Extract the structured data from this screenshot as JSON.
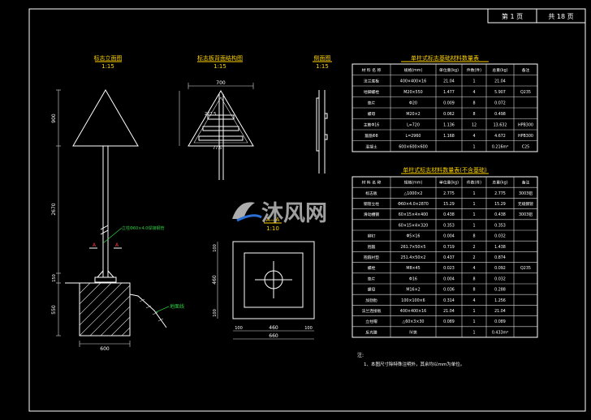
{
  "title_block": {
    "page": "第 1 页",
    "total": "共 18 页"
  },
  "views": {
    "front": {
      "title": "标志立面图",
      "scale": "1:15"
    },
    "panel": {
      "title": "标志板背面结构图",
      "scale": "1:15"
    },
    "side": {
      "title": "侧面图",
      "scale": "1:15"
    },
    "base": {
      "title": "A—A",
      "scale": "1:10"
    }
  },
  "dims": {
    "front_h1": "900",
    "front_h2": "2670",
    "front_h3": "150",
    "front_h4": "550",
    "front_w": "600",
    "panel_w": "700",
    "base_v1": "100",
    "base_v2": "460",
    "base_v3": "100",
    "base_h1": "100",
    "base_h2": "460",
    "base_h3": "100",
    "base_total": "660",
    "front_label": "立柱Φ60×4.0焊接钢管",
    "ground": "地面线",
    "section_mark": "A",
    "panel_labels": [
      "227.5",
      "77.5"
    ]
  },
  "table1": {
    "title": "单柱式标志基础材料数量表",
    "headers": [
      "材 料 名 称",
      "规格(mm)",
      "单位重(kg)",
      "件数(件)",
      "总重(kg)",
      "备注"
    ],
    "rows": [
      [
        "法兰底板",
        "400×400×16",
        "21.04",
        "1",
        "21.04",
        ""
      ],
      [
        "地脚螺栓",
        "M20×550",
        "1.477",
        "4",
        "5.907",
        "Q235"
      ],
      [
        "垫片",
        "Φ20",
        "0.009",
        "8",
        "0.072",
        ""
      ],
      [
        "螺母",
        "M20×2",
        "0.062",
        "8",
        "0.498",
        ""
      ],
      [
        "主筋Φ16",
        "L=720",
        "1.136",
        "12",
        "13.632",
        "HPB300"
      ],
      [
        "箍筋Φ8",
        "L=2960",
        "1.168",
        "4",
        "4.672",
        "HPB300"
      ],
      [
        "混凝土",
        "600×600×600",
        "",
        "1",
        "0.216m³",
        "C25"
      ]
    ]
  },
  "table2": {
    "title": "单柱式标志材料数量表(不含基础)",
    "headers": [
      "材 料 名 称",
      "规格(mm)",
      "单位重(kg)",
      "件数(件)",
      "总重(kg)",
      "备注"
    ],
    "rows": [
      [
        "标志板",
        "△1000×2",
        "2.775",
        "1",
        "2.775",
        "3003铝"
      ],
      [
        "钢管立柱",
        "Φ60×4.0×2870",
        "15.29",
        "1",
        "15.29",
        "无缝钢管"
      ],
      [
        "滑动槽钢",
        "60×15×4×400",
        "0.438",
        "1",
        "0.438",
        "3003铝"
      ],
      [
        "",
        "60×15×4×320",
        "0.353",
        "1",
        "0.353",
        ""
      ],
      [
        "铆钉",
        "Φ5×16",
        "0.004",
        "8",
        "0.032",
        ""
      ],
      [
        "抱箍",
        "261.7×50×5",
        "0.719",
        "2",
        "1.438",
        ""
      ],
      [
        "抱箍衬垫",
        "251.4×50×2",
        "0.437",
        "2",
        "0.874",
        ""
      ],
      [
        "螺栓",
        "M8×45",
        "0.023",
        "4",
        "0.092",
        "Q235"
      ],
      [
        "垫片",
        "Φ16",
        "0.004",
        "8",
        "0.032",
        ""
      ],
      [
        "螺母",
        "M16×2",
        "0.036",
        "8",
        "0.288",
        ""
      ],
      [
        "加劲肋",
        "100×100×6",
        "0.314",
        "4",
        "1.256",
        ""
      ],
      [
        "法兰连接板",
        "400×400×16",
        "21.04",
        "1",
        "21.04",
        ""
      ],
      [
        "立柱帽",
        "△60×3×30",
        "0.089",
        "1",
        "0.089",
        ""
      ],
      [
        "反光膜",
        "IV类",
        "",
        "1",
        "0.433m²",
        ""
      ]
    ]
  },
  "notes": {
    "heading": "注:",
    "line1": "1、本图尺寸除特殊注明外，其余均以mm为单位。"
  },
  "watermark": "沐风网"
}
